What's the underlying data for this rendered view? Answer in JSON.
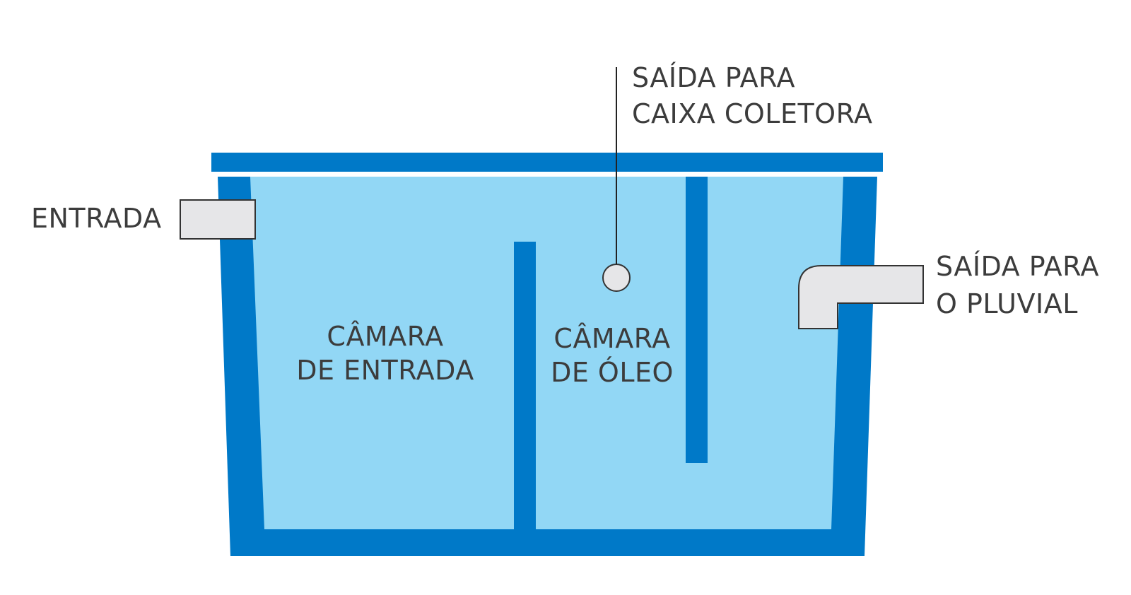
{
  "labels": {
    "entrada": "ENTRADA",
    "saida_caixa_line1": "SAÍDA PARA",
    "saida_caixa_line2": "CAIXA COLETORA",
    "saida_pluvial_line1": "SAÍDA PARA",
    "saida_pluvial_line2": "O PLUVIAL",
    "camara_entrada_line1": "CÂMARA",
    "camara_entrada_line2": "DE ENTRADA",
    "camara_oleo_line1": "CÂMARA",
    "camara_oleo_line2": "DE ÓLEO"
  },
  "colors": {
    "tank_wall": "#0079c8",
    "water": "#92d7f5",
    "pipe_fill": "#e6e6e8",
    "pipe_stroke": "#333333",
    "label_text": "#3c3c3c"
  }
}
